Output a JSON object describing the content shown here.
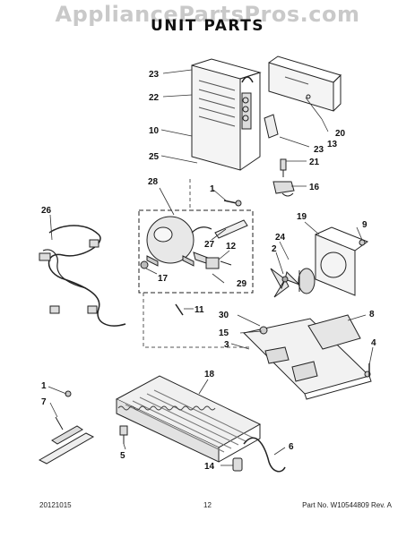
{
  "watermark": "AppliancePartsPros.com",
  "title": "UNIT PARTS",
  "callouts": {
    "c1a": "1",
    "c1b": "1",
    "c2": "2",
    "c3": "3",
    "c4": "4",
    "c5": "5",
    "c6": "6",
    "c7": "7",
    "c8": "8",
    "c9": "9",
    "c10": "10",
    "c11": "11",
    "c12": "12",
    "c13": "13",
    "c14": "14",
    "c15": "15",
    "c16": "16",
    "c17": "17",
    "c18": "18",
    "c19": "19",
    "c20": "20",
    "c21": "21",
    "c22": "22",
    "c23a": "23",
    "c23b": "23",
    "c24": "24",
    "c25": "25",
    "c26": "26",
    "c27": "27",
    "c28": "28",
    "c29": "29",
    "c30": "30"
  },
  "footer": {
    "date": "20121015",
    "page": "12",
    "part_no": "Part No. W10544809 Rev. A"
  }
}
